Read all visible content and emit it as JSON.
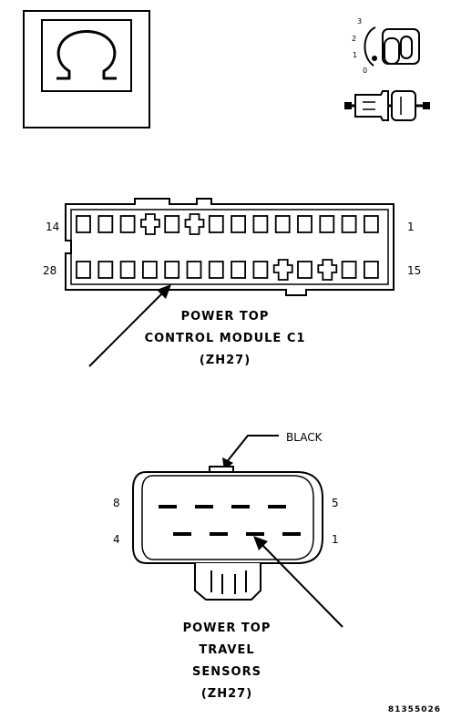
{
  "meter_icon": {
    "symbol": "Ω",
    "icon": "ohm-icon"
  },
  "key_icon": {
    "positions": [
      "3",
      "2",
      "1",
      "0"
    ]
  },
  "connector_c1": {
    "pin_top_left": "14",
    "pin_top_right": "1",
    "pin_bottom_left": "28",
    "pin_bottom_right": "15",
    "label_line1": "POWER TOP",
    "label_line2": "CONTROL MODULE C1",
    "label_line3": "(ZH27)"
  },
  "connector_sensor": {
    "color_label": "BLACK",
    "pin_top_left": "8",
    "pin_top_right": "5",
    "pin_bottom_left": "4",
    "pin_bottom_right": "1",
    "label_line1": "POWER TOP",
    "label_line2": "TRAVEL",
    "label_line3": "SENSORS",
    "label_line4": "(ZH27)"
  },
  "figure_id": "81355026"
}
